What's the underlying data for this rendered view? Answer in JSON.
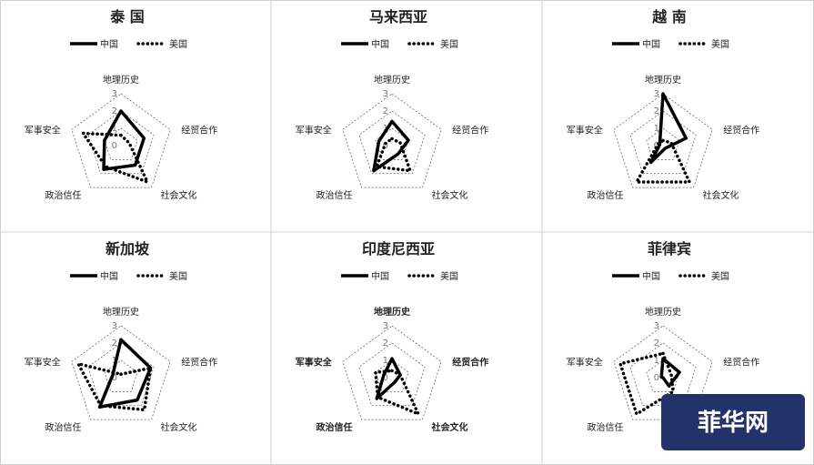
{
  "legend": {
    "china": "中国",
    "usa": "美国"
  },
  "axes": [
    "地理历史",
    "经贸合作",
    "社会文化",
    "政治信任",
    "军事安全"
  ],
  "ticks": [
    "0",
    "1",
    "2",
    "3"
  ],
  "watermark": "菲华网",
  "chart_data": [
    {
      "type": "radar",
      "title": "泰 国",
      "rmax": 3,
      "series": [
        {
          "name": "中国",
          "values": [
            2.0,
            1.4,
            1.4,
            1.7,
            1.0
          ]
        },
        {
          "name": "美国",
          "values": [
            0.6,
            0.5,
            2.6,
            1.5,
            2.3
          ]
        }
      ]
    },
    {
      "type": "radar",
      "title": "马来西亚",
      "rmax": 3,
      "series": [
        {
          "name": "中国",
          "values": [
            1.4,
            1.0,
            0.6,
            1.8,
            0.8
          ]
        },
        {
          "name": "美国",
          "values": [
            0.4,
            0.5,
            1.8,
            1.5,
            0.4
          ]
        }
      ]
    },
    {
      "type": "radar",
      "title": "越 南",
      "rmax": 3,
      "series": [
        {
          "name": "中国",
          "values": [
            3.0,
            1.4,
            0.2,
            1.2,
            0.2
          ]
        },
        {
          "name": "美国",
          "values": [
            0.3,
            0.5,
            2.6,
            2.6,
            0.3
          ]
        }
      ]
    },
    {
      "type": "radar",
      "title": "新加坡",
      "rmax": 3,
      "series": [
        {
          "name": "中国",
          "values": [
            2.2,
            1.8,
            1.6,
            2.1,
            0.5
          ]
        },
        {
          "name": "美国",
          "values": [
            0.2,
            1.8,
            2.3,
            2.0,
            2.6
          ]
        }
      ]
    },
    {
      "type": "radar",
      "title": "印度尼西亚",
      "rmax": 3,
      "series": [
        {
          "name": "中国",
          "values": [
            1.1,
            0.5,
            0.3,
            1.5,
            0.5
          ]
        },
        {
          "name": "美国",
          "values": [
            0.4,
            0.5,
            2.6,
            1.4,
            1.0
          ]
        }
      ]
    },
    {
      "type": "radar",
      "title": "菲律宾",
      "rmax": 3,
      "series": [
        {
          "name": "中国",
          "values": [
            1.1,
            1.0,
            0.6,
            0.0,
            0.1
          ]
        },
        {
          "name": "美国",
          "values": [
            1.4,
            0.5,
            1.0,
            2.6,
            2.6
          ]
        }
      ]
    }
  ]
}
